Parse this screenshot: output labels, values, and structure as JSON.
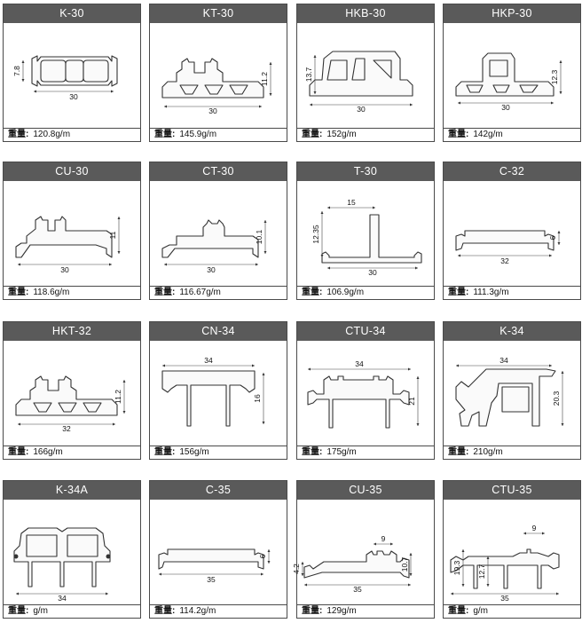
{
  "weight_label": "重量:",
  "profiles": [
    {
      "title": "K-30",
      "weight": "120.8g/m",
      "dims": [
        "7.8",
        "30"
      ]
    },
    {
      "title": "KT-30",
      "weight": "145.9g/m",
      "dims": [
        "11.2",
        "30"
      ]
    },
    {
      "title": "HKB-30",
      "weight": "152g/m",
      "dims": [
        "13.7",
        "30"
      ]
    },
    {
      "title": "HKP-30",
      "weight": "142g/m",
      "dims": [
        "12.3",
        "30"
      ]
    },
    {
      "title": "CU-30",
      "weight": "118.6g/m",
      "dims": [
        "11",
        "30"
      ]
    },
    {
      "title": "CT-30",
      "weight": "116.67g/m",
      "dims": [
        "10.1",
        "30"
      ]
    },
    {
      "title": "T-30",
      "weight": "106.9g/m",
      "dims": [
        "15",
        "12.35",
        "30"
      ]
    },
    {
      "title": "C-32",
      "weight": "111.3g/m",
      "dims": [
        "6",
        "32"
      ]
    },
    {
      "title": "HKT-32",
      "weight": "166g/m",
      "dims": [
        "11.2",
        "32"
      ]
    },
    {
      "title": "CN-34",
      "weight": "156g/m",
      "dims": [
        "34",
        "16"
      ]
    },
    {
      "title": "CTU-34",
      "weight": "175g/m",
      "dims": [
        "34",
        "21"
      ]
    },
    {
      "title": "K-34",
      "weight": "210g/m",
      "dims": [
        "34",
        "20.3"
      ]
    },
    {
      "title": "K-34A",
      "weight": "g/m",
      "dims": [
        "34"
      ]
    },
    {
      "title": "C-35",
      "weight": "114.2g/m",
      "dims": [
        "6",
        "35"
      ]
    },
    {
      "title": "CU-35",
      "weight": "129g/m",
      "dims": [
        "9",
        "4.2",
        "10.7",
        "35"
      ]
    },
    {
      "title": "CTU-35",
      "weight": "g/m",
      "dims": [
        "9",
        "19.3",
        "12.7",
        "35"
      ]
    }
  ]
}
